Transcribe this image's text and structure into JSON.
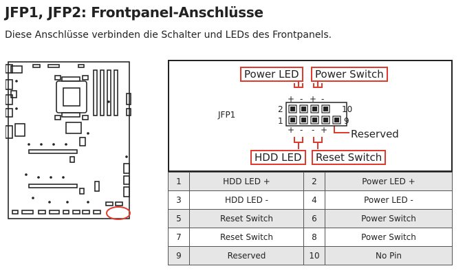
{
  "header": {
    "title": "JFP1, JFP2: Frontpanel-Anschlüsse",
    "subtitle": "Diese Anschlüsse verbinden die Schalter und LEDs des Frontpanels."
  },
  "diagram": {
    "connector_label": "JFP1",
    "pin_numbers": {
      "top_left": "2",
      "bottom_left": "1",
      "top_right": "10",
      "bottom_right": "9"
    },
    "callouts": {
      "power_led": "Power LED",
      "power_switch": "Power Switch",
      "hdd_led": "HDD LED",
      "reset_switch": "Reset Switch",
      "reserved": "Reserved"
    },
    "polarity": {
      "plus": "+",
      "minus": "-"
    }
  },
  "pin_table": {
    "rows": [
      {
        "pin_a": "1",
        "desc_a": "HDD LED +",
        "pin_b": "2",
        "desc_b": "Power LED +"
      },
      {
        "pin_a": "3",
        "desc_a": "HDD LED -",
        "pin_b": "4",
        "desc_b": "Power LED -"
      },
      {
        "pin_a": "5",
        "desc_a": "Reset Switch",
        "pin_b": "6",
        "desc_b": "Power Switch"
      },
      {
        "pin_a": "7",
        "desc_a": "Reset Switch",
        "pin_b": "8",
        "desc_b": "Power Switch"
      },
      {
        "pin_a": "9",
        "desc_a": "Reserved",
        "pin_b": "10",
        "desc_b": "No Pin"
      }
    ]
  },
  "colors": {
    "highlight": "#e03a2c",
    "row_shade": "#e6e6e6",
    "text": "#222222"
  }
}
